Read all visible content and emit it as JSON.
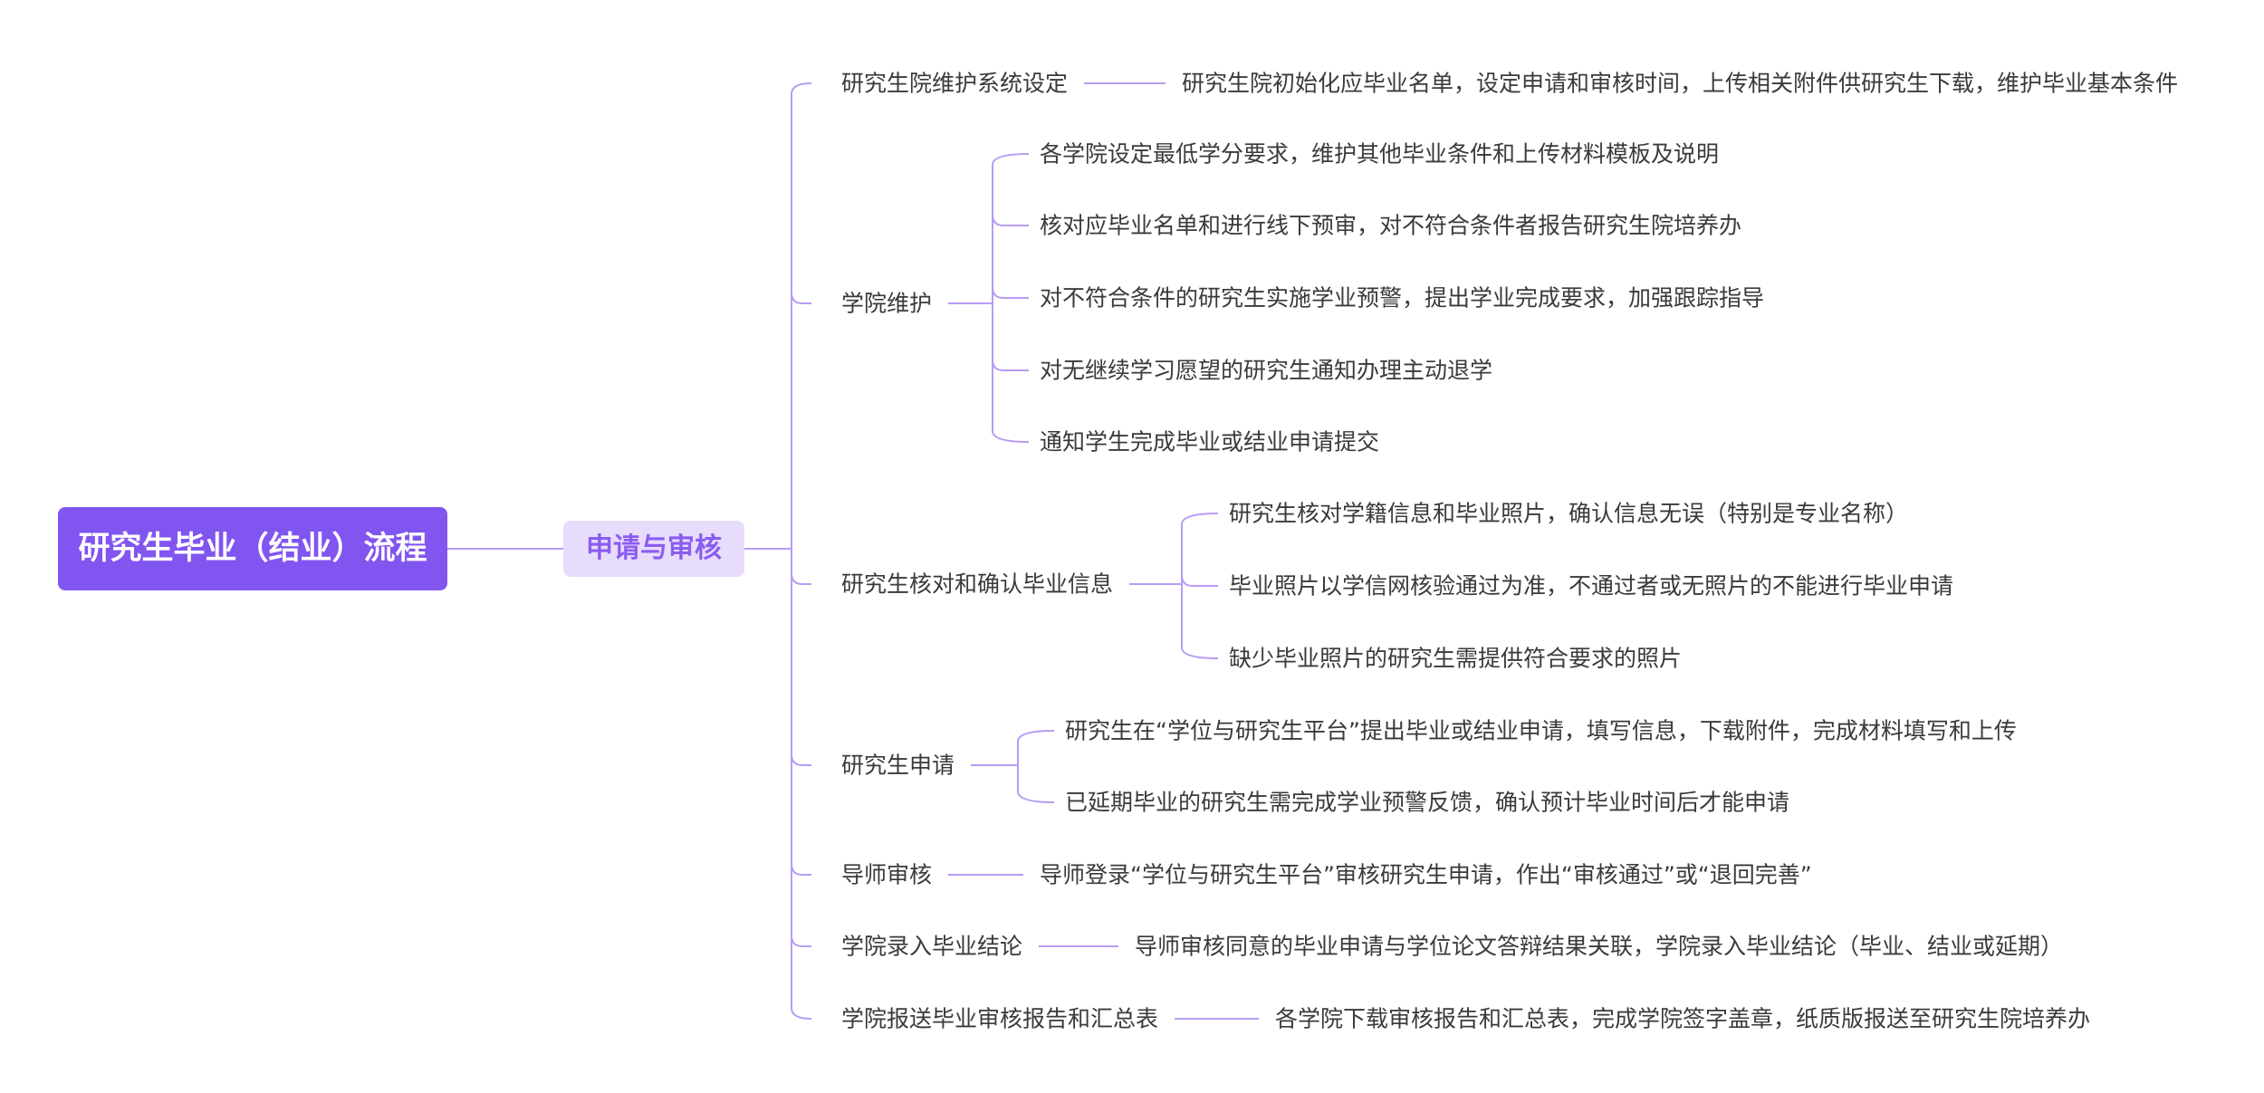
{
  "root": {
    "label": "研究生毕业（结业）流程"
  },
  "hub": {
    "label": "申请与审核"
  },
  "branches": [
    {
      "label": "研究生院维护系统设定",
      "details": [
        "研究生院初始化应毕业名单，设定申请和审核时间，上传相关附件供研究生下载，维护毕业基本条件"
      ]
    },
    {
      "label": "学院维护",
      "details": [
        "各学院设定最低学分要求，维护其他毕业条件和上传材料模板及说明",
        "核对应毕业名单和进行线下预审，对不符合条件者报告研究生院培养办",
        "对不符合条件的研究生实施学业预警，提出学业完成要求，加强跟踪指导",
        "对无继续学习愿望的研究生通知办理主动退学",
        "通知学生完成毕业或结业申请提交"
      ]
    },
    {
      "label": "研究生核对和确认毕业信息",
      "details": [
        "研究生核对学籍信息和毕业照片，确认信息无误（特别是专业名称）",
        "毕业照片以学信网核验通过为准，不通过者或无照片的不能进行毕业申请",
        "缺少毕业照片的研究生需提供符合要求的照片"
      ]
    },
    {
      "label": "研究生申请",
      "details": [
        "研究生在“学位与研究生平台”提出毕业或结业申请，填写信息，下载附件，完成材料填写和上传",
        "已延期毕业的研究生需完成学业预警反馈，确认预计毕业时间后才能申请"
      ]
    },
    {
      "label": "导师审核",
      "details": [
        "导师登录“学位与研究生平台”审核研究生申请，作出“审核通过”或“退回完善”"
      ]
    },
    {
      "label": "学院录入毕业结论",
      "details": [
        "导师审核同意的毕业申请与学位论文答辩结果关联，学院录入毕业结论（毕业、结业或延期）"
      ]
    },
    {
      "label": "学院报送毕业审核报告和汇总表",
      "details": [
        "各学院下载审核报告和汇总表，完成学院签字盖章，纸质版报送至研究生院培养办"
      ]
    }
  ],
  "colors": {
    "line": "#b79cf4",
    "root_bg": "#8155f0",
    "hub_bg": "#e7dcfc",
    "hub_text": "#8b5cf0",
    "text": "#3a3a3a"
  }
}
